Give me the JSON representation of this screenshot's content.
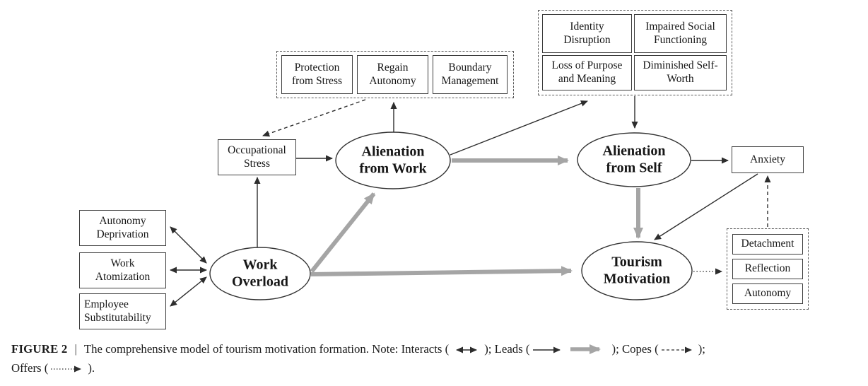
{
  "figure": {
    "nodes": {
      "work_overload": {
        "lines": [
          "Work",
          "Overload"
        ]
      },
      "alienation_work": {
        "lines": [
          "Alienation",
          "from Work"
        ]
      },
      "alienation_self": {
        "lines": [
          "Alienation",
          "from Self"
        ]
      },
      "tourism_motivation": {
        "lines": [
          "Tourism",
          "Motivation"
        ]
      },
      "autonomy_deprivation": {
        "label": "Autonomy Deprivation"
      },
      "work_atomization": {
        "label": "Work Atomization"
      },
      "employee_substitutability": {
        "label": "Employee Substitutability"
      },
      "occupational_stress": {
        "label": "Occupational Stress"
      },
      "anxiety": {
        "label": "Anxiety"
      }
    },
    "groups": {
      "coping": {
        "items": [
          "Protection from Stress",
          "Regain Autonomy",
          "Boundary Management"
        ]
      },
      "self_consequences": {
        "items": [
          "Identity Disruption",
          "Impaired Social Functioning",
          "Loss of Purpose and Meaning",
          "Diminished Self-Worth"
        ]
      },
      "tourism_offers": {
        "items": [
          "Detachment",
          "Reflection",
          "Autonomy"
        ]
      }
    },
    "colors": {
      "thick_arrow_gray": "#a5a5a5",
      "thin_arrow_black": "#2d2d2d",
      "box_border": "#3d3d3d"
    },
    "caption": {
      "fig_label": "FIGURE 2",
      "divider": "|",
      "title": "The comprehensive model of tourism motivation formation.",
      "note_interacts": "Note: Interacts (",
      "after_interacts": "); Leads (",
      "after_leads": "); Copes (",
      "after_copes": ");",
      "offers_label": "Offers (",
      "after_offers": ")."
    }
  }
}
